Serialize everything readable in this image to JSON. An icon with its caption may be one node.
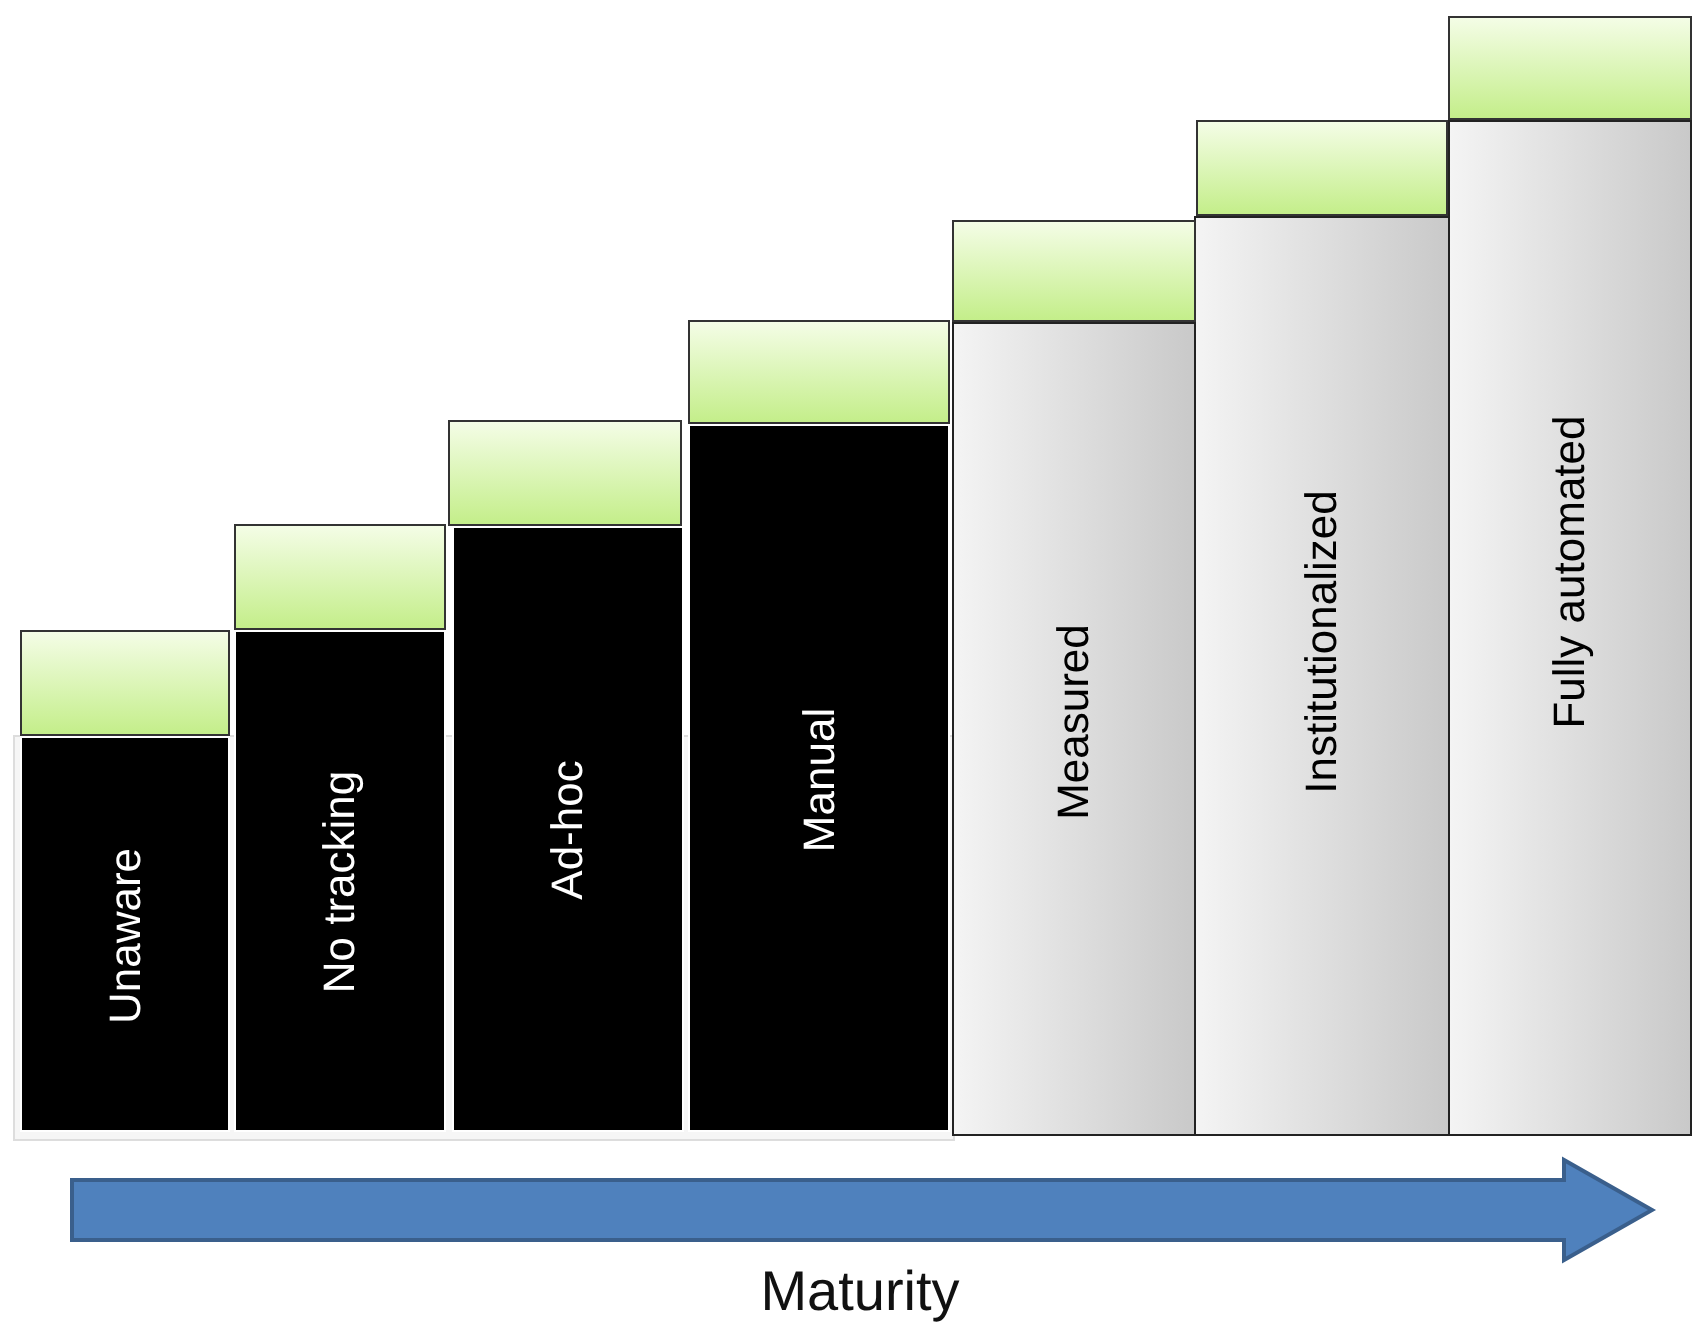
{
  "diagram": {
    "nodes": [
      {
        "text": [
          "Unaware"
        ]
      },
      {
        "text": [
          "No tracking"
        ]
      },
      {
        "text": [
          "Ad-hoc"
        ]
      },
      {
        "text": [
          "Manual"
        ]
      },
      {
        "text": [
          "Measured"
        ]
      },
      {
        "text": [
          "Institutionalized"
        ]
      },
      {
        "text": [
          "Fully automated"
        ]
      },
      {
        "text": [],
        "shape": "box"
      },
      {
        "text": [],
        "shape": "box"
      },
      {
        "text": [],
        "shape": "box"
      },
      {
        "text": [],
        "shape": "box"
      },
      {
        "text": [],
        "shape": "box"
      },
      {
        "text": [],
        "shape": "box"
      },
      {
        "text": [],
        "shape": "box"
      }
    ],
    "labels": [
      "Maturity"
    ]
  }
}
